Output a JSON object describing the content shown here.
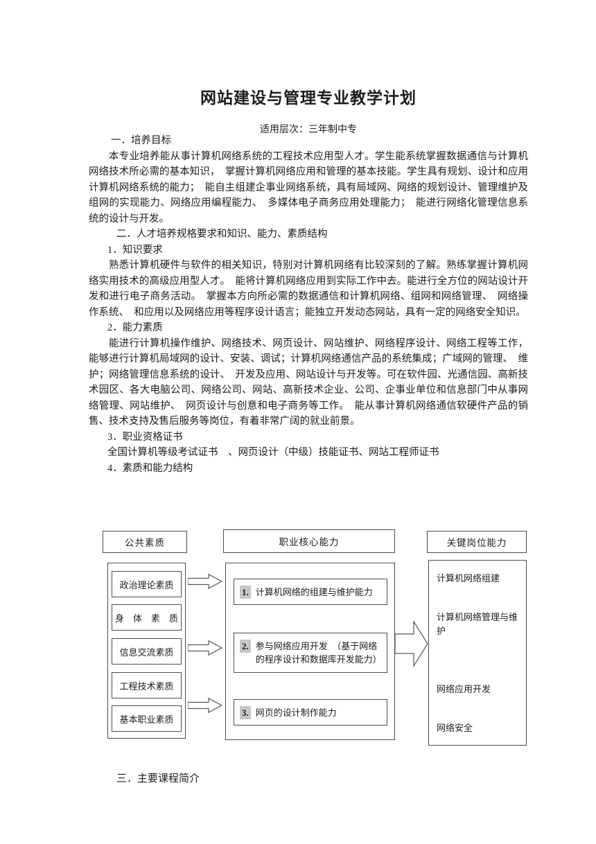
{
  "page": {
    "title": "网站建设与管理专业教学计划",
    "subtitle": "适用层次：三年制中专"
  },
  "body": {
    "s1_heading": "一．培养目标",
    "s1_text": "本专业培养能从事计算机网络系统的工程技术应用型人才。学生能系统掌握数据通信与计算机网络技术所必需的基本知识，　掌握计算机网络应用和管理的基本技能。学生具有规划、设计和应用计算机网络系统的能力；　能自主组建企事业网络系统，具有局域网、网络的规划设计、管理维护及组网的实现能力、网络应用编程能力、　多媒体电子商务应用处理能力；　能进行网络化管理信息系统的设计与开发。",
    "s2_heading": "二．人才培养规格要求和知识、能力、素质结构",
    "s2_1_heading": "1．知识要求",
    "s2_1_text": "熟悉计算机硬件与软件的相关知识，特别对计算机网络有比较深刻的了解。熟练掌握计算机网络实用技术的高级应用型人才。　能将计算机网络应用到实际工作中去。能进行全方位的网站设计开发和进行电子商务活动。　掌握本方向所必需的数据通信和计算机网络、组网和网络管理、　网络操作系统、　和应用以及网络应用等程序设计语言；能独立开发动态网站，具有一定的网络安全知识。",
    "s2_2_heading": "2．能力素质",
    "s2_2_text": "能进行计算机操作维护、网络技术、网页设计、网站维护、网络程序设计、网络工程等工作，能够进行计算机局域网的设计、安装、调试；计算机网络通信产品的系统集成；广域网的管理、　维护；网络管理信息系统的设计、　开发及应用、网站设计与开发等。可在软件园、光通信园、高新技术园区、各大电脑公司、网络公司、网站、高新技术企业、公司、企事业单位和信息部门中从事网络管理、网站维护、　网页设计与创意和电子商务等工作。　能从事计算机网络通信软硬件产品的销售、技术支持及售后服务等岗位，有着非常广阔的就业前景。",
    "s2_3_heading": "3．职业资格证书",
    "s2_3_text": "全国计算机等级考试证书　、网页设计（中级）技能证书、网站工程师证书",
    "s2_4_heading": "4．素质和能力结构",
    "s3_heading": "三．主要课程简介"
  },
  "diagram": {
    "headers": [
      {
        "label": "公共素质"
      },
      {
        "label": "职业核心能力"
      },
      {
        "label": "关键岗位能力"
      }
    ],
    "left_items": [
      {
        "label": "政治理论素质"
      },
      {
        "label": "身　体　素　质"
      },
      {
        "label": "信息交流素质"
      },
      {
        "label": "工程技术素质"
      },
      {
        "label": "基本职业素质"
      }
    ],
    "core_items": [
      {
        "num": "1.",
        "label": "计算机网络的组建与维护能力"
      },
      {
        "num": "2.",
        "label": "参与网络应用开发　（基于网络的程序设计和数据库开发能力）"
      },
      {
        "num": "3.",
        "label": "网页的设计制作能力"
      }
    ],
    "right_items": [
      {
        "label": "计算机网络组建"
      },
      {
        "label": "计算机网络管理与维护"
      },
      {
        "label": "网络应用开发"
      },
      {
        "label": "网络安全"
      }
    ]
  }
}
